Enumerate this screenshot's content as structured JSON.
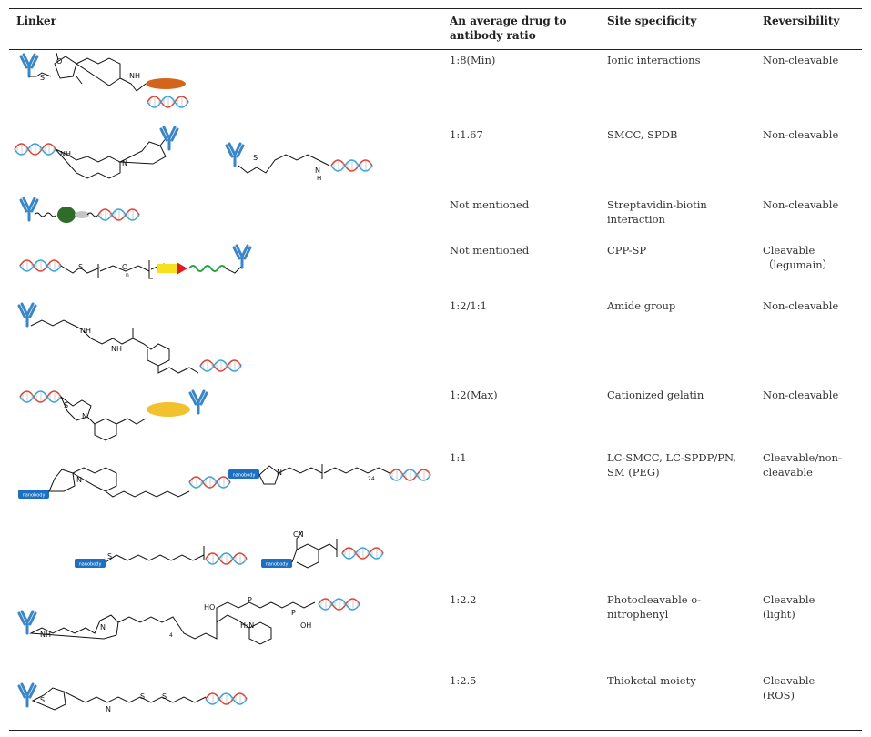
{
  "table": {
    "headers": {
      "linker": "Linker",
      "ratio": "An average drug to antibody ratio",
      "site": "Site specificity",
      "reversibility": "Reversibility"
    },
    "rows": [
      {
        "ratio": "1:8(Min)",
        "site": "Ionic interactions",
        "reversibility": "Non-cleavable"
      },
      {
        "ratio": "1:1.67",
        "site": "SMCC, SPDB",
        "reversibility": "Non-cleavable"
      },
      {
        "ratio": "Not mentioned",
        "site": "Streptavidin-biotin interaction",
        "reversibility": "Non-cleavable"
      },
      {
        "ratio": "Not mentioned",
        "site": "CPP-SP",
        "reversibility": "Cleavable\n（legumain）"
      },
      {
        "ratio": "1:2/1:1",
        "site": "Amide group",
        "reversibility": "Non-cleavable"
      },
      {
        "ratio": "1:2(Max)",
        "site": "Cationized gelatin",
        "reversibility": "Non-cleavable"
      },
      {
        "ratio": "1:1",
        "site": "LC-SMCC, LC-SPDP/PN, SM (PEG)",
        "reversibility": "Cleavable/non-cleavable"
      },
      {
        "ratio": "1:2.2",
        "site": "Photocleavable o-nitrophenyl",
        "reversibility": "Cleavable\n(light)"
      },
      {
        "ratio": "1:2.5",
        "site": "Thioketal moiety",
        "reversibility": "Cleavable\n(ROS)"
      }
    ]
  },
  "structure_labels": {
    "nanobody": "nanobody",
    "nh": "NH",
    "n": "N",
    "o": "O",
    "s": "S",
    "p": "P",
    "oh": "OH",
    "ho": "HO",
    "cn": "CN",
    "h2n": "H₂N",
    "sub_n": "n",
    "sub_4": "4",
    "sub_24": "24",
    "h": "H"
  },
  "colors": {
    "rule": "#222222",
    "antibody": "#3a86c8",
    "nanobody_box": "#1c6fc1",
    "dna_red": "#d9473b",
    "dna_blue": "#39a5d6",
    "protamine": "#d4641a",
    "gelatin": "#f2c12e",
    "streptavidin": "#2f6b2a",
    "cpp_yellow": "#f5e11d",
    "sp_red": "#e01d1d",
    "helix_green": "#25a244"
  },
  "icons": [
    "antibody-icon",
    "dna-duplex-icon",
    "nanobody-icon",
    "streptavidin-icon"
  ]
}
